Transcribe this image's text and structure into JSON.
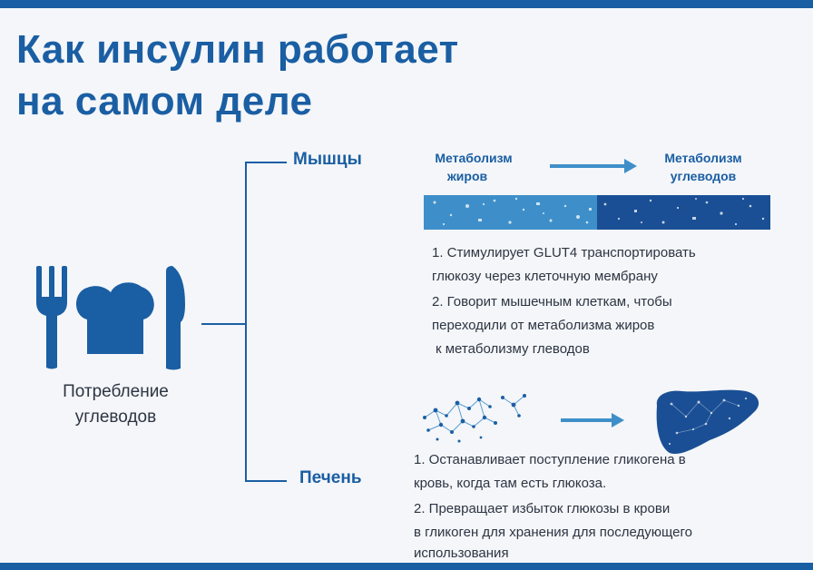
{
  "title": {
    "line1": "Как инсулин работает",
    "line2": "на самом деле"
  },
  "food": {
    "label_line1": "Потребление",
    "label_line2": "углеводов",
    "icons": [
      "fork-icon",
      "bread-icon",
      "knife-icon"
    ]
  },
  "muscles": {
    "label": "Мышцы",
    "from_line1": "Метаболизм",
    "from_line2": "жиров",
    "to_line1": "Метаболизм",
    "to_line2": "углеводов",
    "point1_line1": "1. Стимулирует GLUT4 транспортировать",
    "point1_line2": "глюкозу через клеточную мембрану",
    "point2_line1": "2. Говорит мышечным клеткам, чтобы",
    "point2_line2": "переходили от метаболизма жиров",
    "point2_line3": "к метаболизму глеводов"
  },
  "liver": {
    "label": "Печень",
    "icons": [
      "glucose-molecules-icon",
      "liver-icon"
    ],
    "point1_line1": "1. Останавливает поступление гликогена в",
    "point1_line2": "кровь, когда там есть глюкоза.",
    "point2_line1": "2. Превращает избыток глюкозы в крови",
    "point2_line2": "в гликоген для хранения для последующего",
    "point2_line3": "использования"
  },
  "colors": {
    "brand_blue": "#1a5ea3",
    "bar_light": "#3e8fc9",
    "bar_dark": "#1a4f95",
    "text_dark": "#2d3542",
    "background": "#f4f6f9"
  }
}
